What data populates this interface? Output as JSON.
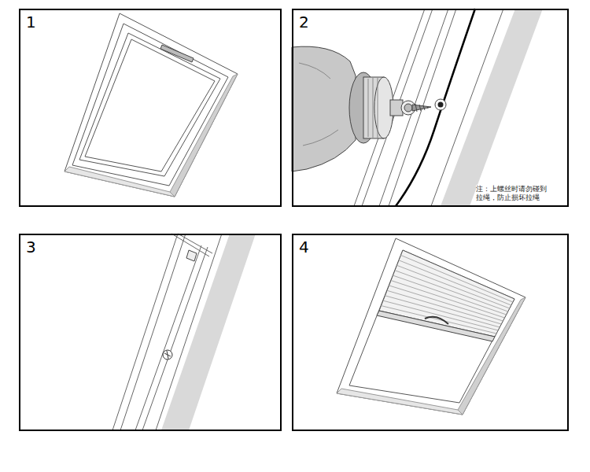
{
  "diagram": {
    "nodes": [
      {
        "text": [
          "1"
        ]
      },
      {
        "text": [
          "2",
          "注：上螺丝时请勿碰到 拉绳，防止损坏拉绳"
        ]
      },
      {
        "text": [
          "3"
        ]
      },
      {
        "text": [
          "4"
        ]
      }
    ]
  }
}
